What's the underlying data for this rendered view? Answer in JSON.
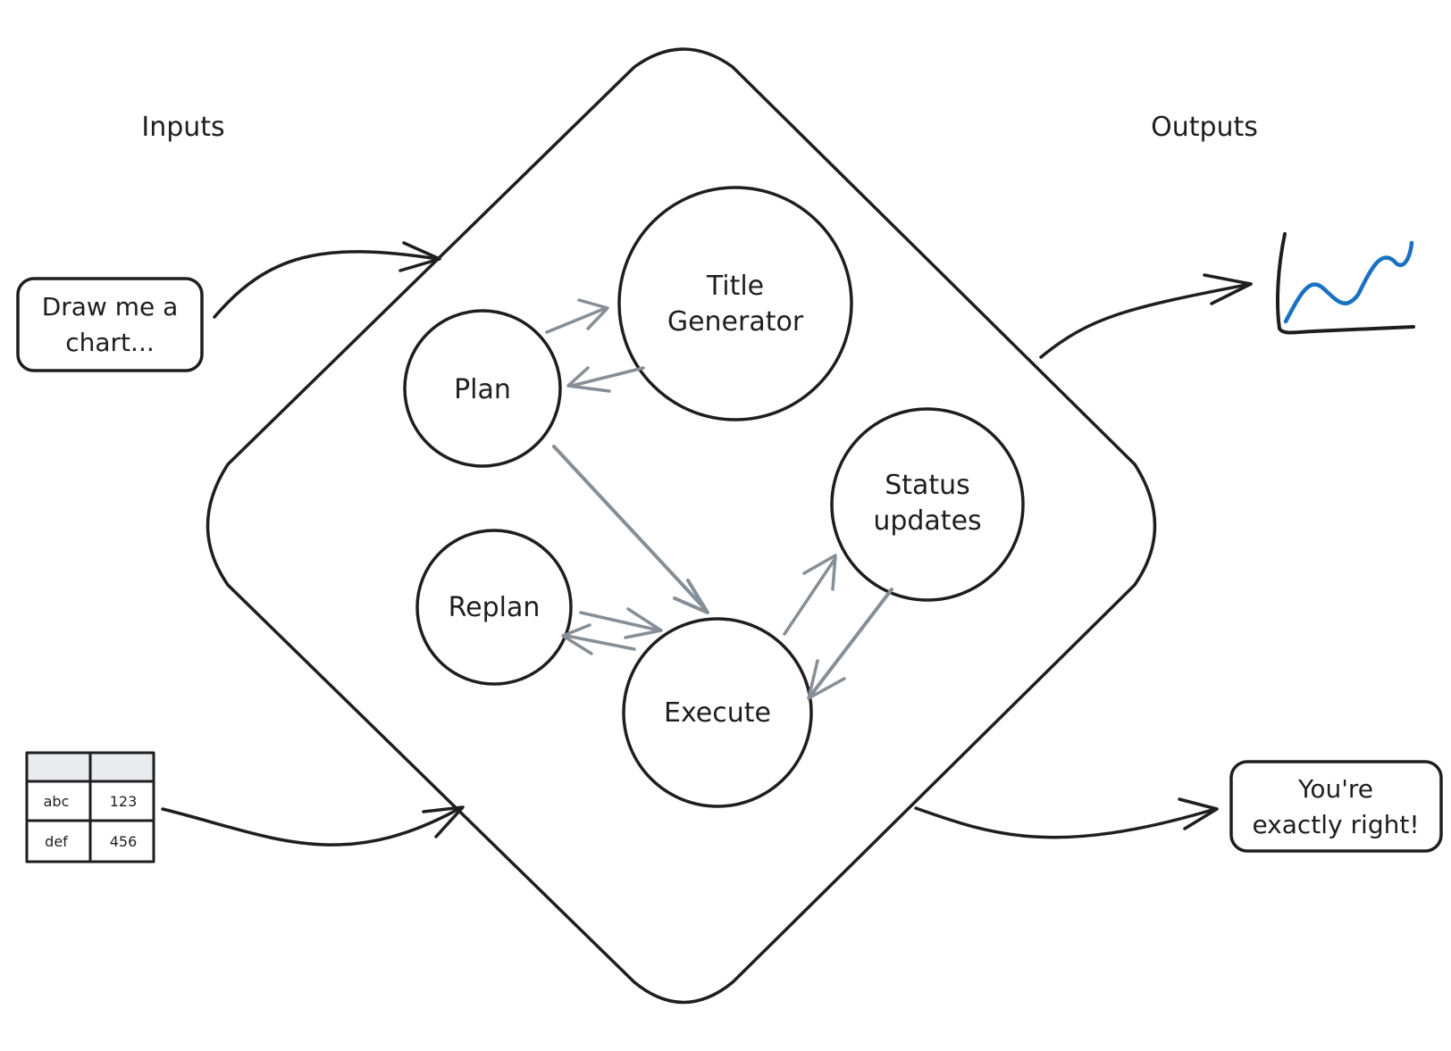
{
  "sections": {
    "inputs": "Inputs",
    "outputs": "Outputs"
  },
  "inputs": {
    "prompt_line1": "Draw me a",
    "prompt_line2": "chart...",
    "table": {
      "rows": [
        [
          "abc",
          "123"
        ],
        [
          "def",
          "456"
        ]
      ]
    }
  },
  "nodes": {
    "plan": "Plan",
    "title_generator_line1": "Title",
    "title_generator_line2": "Generator",
    "replan": "Replan",
    "execute": "Execute",
    "status_updates_line1": "Status",
    "status_updates_line2": "updates"
  },
  "outputs": {
    "reply_line1": "You're",
    "reply_line2": "exactly right!"
  },
  "colors": {
    "ink": "#1e1e1e",
    "arrow_grey": "#868e96",
    "chart_line": "#1971c2",
    "table_header": "#e9ecef"
  }
}
